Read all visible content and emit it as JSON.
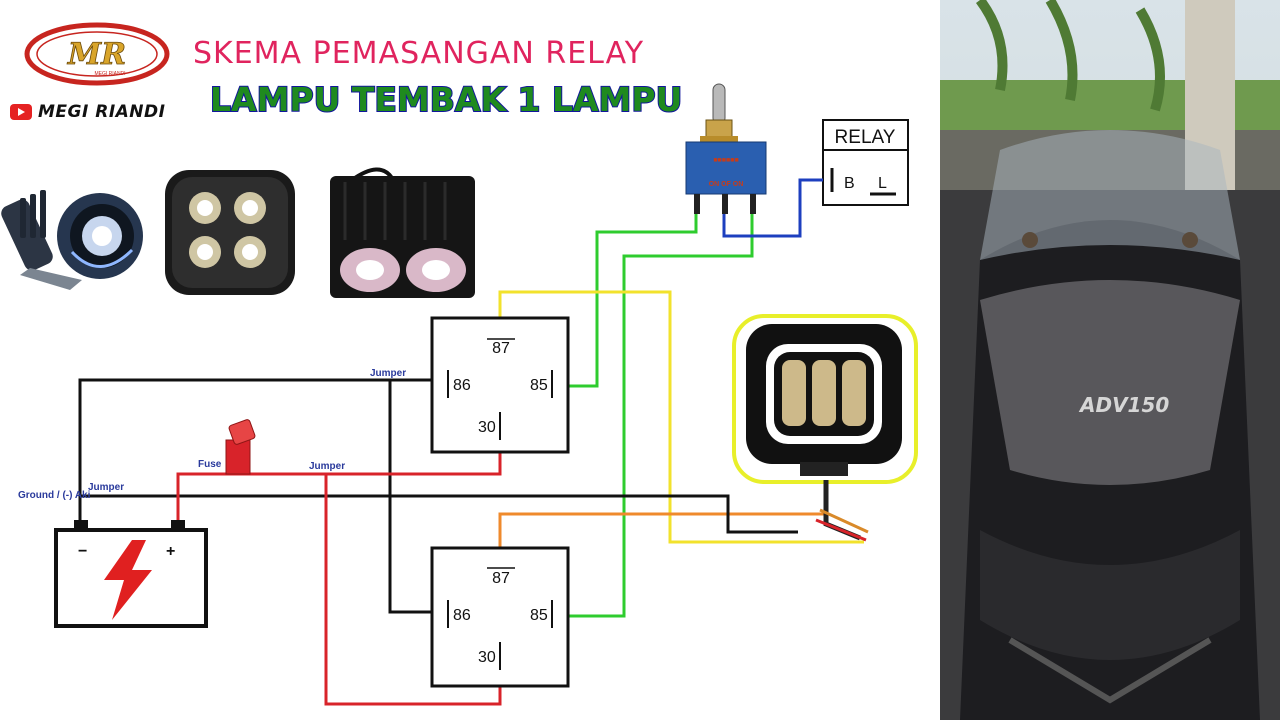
{
  "header": {
    "title": "SKEMA PEMASANGAN RELAY",
    "subtitle": "LAMPU TEMBAK 1 LAMPU",
    "channel_name": "MEGI RIANDI",
    "logo_text": "MR",
    "logo_subtext": "MEGI RIANDI"
  },
  "relay_top": {
    "pin_87": "87",
    "pin_86": "86",
    "pin_85": "85",
    "pin_30": "30"
  },
  "relay_bottom": {
    "pin_87": "87",
    "pin_86": "86",
    "pin_85": "85",
    "pin_30": "30"
  },
  "relay_box": {
    "title": "RELAY",
    "label_b": "B",
    "label_l": "L"
  },
  "switch": {
    "label_line1": "ON OF ON"
  },
  "wire_labels": {
    "jumper_top": "Jumper",
    "jumper_middle": "Jumper",
    "jumper_left": "Jumper",
    "fuse": "Fuse",
    "ground": "Ground / (-) Aki"
  },
  "battery": {
    "minus": "−",
    "plus": "+"
  },
  "photo": {
    "badge": "ADV150"
  },
  "colors": {
    "title_pink": "#e0245e",
    "subtitle_green": "#1f8a1f",
    "wire_black": "#111111",
    "wire_red": "#d8232a",
    "wire_yellow": "#f2e22c",
    "wire_green": "#2ecc2e",
    "wire_blue": "#1d3fbf",
    "wire_orange": "#ef8a2c",
    "lamp_border": "#e8ef2a"
  }
}
